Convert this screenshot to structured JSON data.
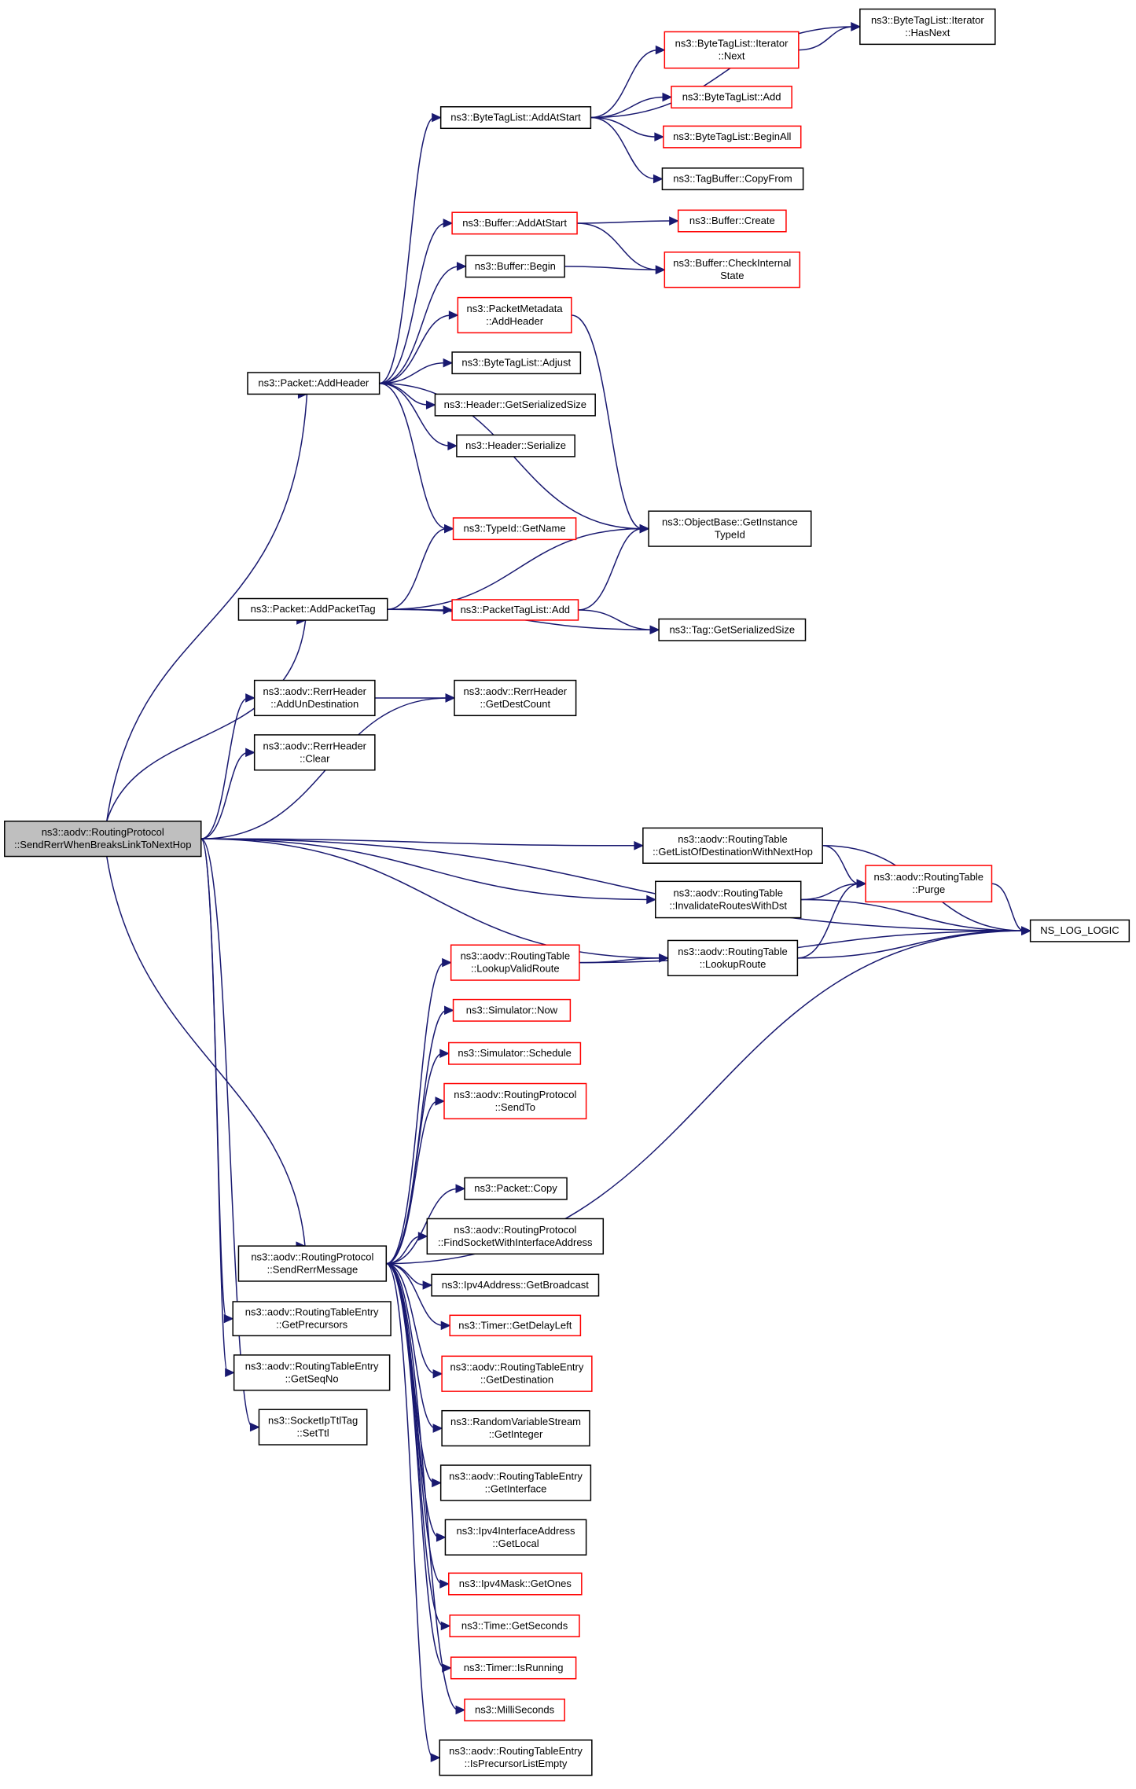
{
  "graph": {
    "root": "n0",
    "colors": {
      "edge": "#191970",
      "black_border": "#000000",
      "red_border": "#ff0000",
      "root_fill": "#bfbfbf"
    },
    "nodes": [
      {
        "id": "n0",
        "lines": [
          "ns3::aodv::RoutingProtocol",
          "::SendRerrWhenBreaksLinkToNextHop"
        ],
        "border": "root"
      },
      {
        "id": "n1",
        "lines": [
          "ns3::Packet::AddHeader"
        ],
        "border": "black"
      },
      {
        "id": "n2",
        "lines": [
          "ns3::Packet::AddPacketTag"
        ],
        "border": "black"
      },
      {
        "id": "n3",
        "lines": [
          "ns3::aodv::RerrHeader",
          "::AddUnDestination"
        ],
        "border": "black"
      },
      {
        "id": "n4",
        "lines": [
          "ns3::aodv::RerrHeader",
          "::Clear"
        ],
        "border": "black"
      },
      {
        "id": "n5",
        "lines": [
          "ns3::aodv::RoutingProtocol",
          "::SendRerrMessage"
        ],
        "border": "black"
      },
      {
        "id": "n6",
        "lines": [
          "ns3::aodv::RoutingTableEntry",
          "::GetPrecursors"
        ],
        "border": "black"
      },
      {
        "id": "n7",
        "lines": [
          "ns3::aodv::RoutingTableEntry",
          "::GetSeqNo"
        ],
        "border": "black"
      },
      {
        "id": "n8",
        "lines": [
          "ns3::SocketIpTtlTag",
          "::SetTtl"
        ],
        "border": "black"
      },
      {
        "id": "n9",
        "lines": [
          "ns3::ByteTagList::AddAtStart"
        ],
        "border": "black"
      },
      {
        "id": "n10",
        "lines": [
          "ns3::Buffer::AddAtStart"
        ],
        "border": "red"
      },
      {
        "id": "n11",
        "lines": [
          "ns3::Buffer::Begin"
        ],
        "border": "black"
      },
      {
        "id": "n12",
        "lines": [
          "ns3::PacketMetadata",
          "::AddHeader"
        ],
        "border": "red"
      },
      {
        "id": "n13",
        "lines": [
          "ns3::ByteTagList::Adjust"
        ],
        "border": "black"
      },
      {
        "id": "n14",
        "lines": [
          "ns3::Header::GetSerializedSize"
        ],
        "border": "black"
      },
      {
        "id": "n15",
        "lines": [
          "ns3::Header::Serialize"
        ],
        "border": "black"
      },
      {
        "id": "n16",
        "lines": [
          "ns3::TypeId::GetName"
        ],
        "border": "red"
      },
      {
        "id": "n17",
        "lines": [
          "ns3::PacketTagList::Add"
        ],
        "border": "red"
      },
      {
        "id": "n18",
        "lines": [
          "ns3::aodv::RerrHeader",
          "::GetDestCount"
        ],
        "border": "black"
      },
      {
        "id": "n19",
        "lines": [
          "ns3::ByteTagList::Iterator",
          "::Next"
        ],
        "border": "red"
      },
      {
        "id": "n20",
        "lines": [
          "ns3::ByteTagList::Add"
        ],
        "border": "red"
      },
      {
        "id": "n21",
        "lines": [
          "ns3::ByteTagList::BeginAll"
        ],
        "border": "red"
      },
      {
        "id": "n22",
        "lines": [
          "ns3::TagBuffer::CopyFrom"
        ],
        "border": "black"
      },
      {
        "id": "n23",
        "lines": [
          "ns3::Buffer::Create"
        ],
        "border": "red"
      },
      {
        "id": "n24",
        "lines": [
          "ns3::Buffer::CheckInternal",
          "State"
        ],
        "border": "red"
      },
      {
        "id": "n25",
        "lines": [
          "ns3::ByteTagList::Iterator",
          "::HasNext"
        ],
        "border": "black"
      },
      {
        "id": "n26",
        "lines": [
          "ns3::ObjectBase::GetInstance",
          "TypeId"
        ],
        "border": "black"
      },
      {
        "id": "n27",
        "lines": [
          "ns3::Tag::GetSerializedSize"
        ],
        "border": "black"
      },
      {
        "id": "n28",
        "lines": [
          "ns3::aodv::RoutingTable",
          "::GetListOfDestinationWithNextHop"
        ],
        "border": "black"
      },
      {
        "id": "n29",
        "lines": [
          "ns3::aodv::RoutingTable",
          "::InvalidateRoutesWithDst"
        ],
        "border": "black"
      },
      {
        "id": "n30",
        "lines": [
          "ns3::aodv::RoutingTable",
          "::LookupRoute"
        ],
        "border": "black"
      },
      {
        "id": "n31",
        "lines": [
          "ns3::aodv::RoutingTable",
          "::Purge"
        ],
        "border": "red"
      },
      {
        "id": "n32",
        "lines": [
          "NS_LOG_LOGIC"
        ],
        "border": "black"
      },
      {
        "id": "n33",
        "lines": [
          "ns3::aodv::RoutingTable",
          "::LookupValidRoute"
        ],
        "border": "red"
      },
      {
        "id": "n34",
        "lines": [
          "ns3::Simulator::Now"
        ],
        "border": "red"
      },
      {
        "id": "n35",
        "lines": [
          "ns3::Simulator::Schedule"
        ],
        "border": "red"
      },
      {
        "id": "n36",
        "lines": [
          "ns3::aodv::RoutingProtocol",
          "::SendTo"
        ],
        "border": "red"
      },
      {
        "id": "n37",
        "lines": [
          "ns3::Packet::Copy"
        ],
        "border": "black"
      },
      {
        "id": "n38",
        "lines": [
          "ns3::aodv::RoutingProtocol",
          "::FindSocketWithInterfaceAddress"
        ],
        "border": "black"
      },
      {
        "id": "n39",
        "lines": [
          "ns3::Ipv4Address::GetBroadcast"
        ],
        "border": "black"
      },
      {
        "id": "n40",
        "lines": [
          "ns3::Timer::GetDelayLeft"
        ],
        "border": "red"
      },
      {
        "id": "n41",
        "lines": [
          "ns3::aodv::RoutingTableEntry",
          "::GetDestination"
        ],
        "border": "red"
      },
      {
        "id": "n42",
        "lines": [
          "ns3::RandomVariableStream",
          "::GetInteger"
        ],
        "border": "black"
      },
      {
        "id": "n43",
        "lines": [
          "ns3::aodv::RoutingTableEntry",
          "::GetInterface"
        ],
        "border": "black"
      },
      {
        "id": "n44",
        "lines": [
          "ns3::Ipv4InterfaceAddress",
          "::GetLocal"
        ],
        "border": "black"
      },
      {
        "id": "n45",
        "lines": [
          "ns3::Ipv4Mask::GetOnes"
        ],
        "border": "red"
      },
      {
        "id": "n46",
        "lines": [
          "ns3::Time::GetSeconds"
        ],
        "border": "red"
      },
      {
        "id": "n47",
        "lines": [
          "ns3::Timer::IsRunning"
        ],
        "border": "red"
      },
      {
        "id": "n48",
        "lines": [
          "ns3::MilliSeconds"
        ],
        "border": "red"
      },
      {
        "id": "n49",
        "lines": [
          "ns3::aodv::RoutingTableEntry",
          "::IsPrecursorListEmpty"
        ],
        "border": "black"
      }
    ],
    "edges": [
      [
        "n0",
        "n1"
      ],
      [
        "n0",
        "n2"
      ],
      [
        "n0",
        "n3"
      ],
      [
        "n0",
        "n4"
      ],
      [
        "n0",
        "n18"
      ],
      [
        "n0",
        "n28"
      ],
      [
        "n0",
        "n29"
      ],
      [
        "n0",
        "n30"
      ],
      [
        "n0",
        "n32"
      ],
      [
        "n0",
        "n5"
      ],
      [
        "n0",
        "n6"
      ],
      [
        "n0",
        "n7"
      ],
      [
        "n0",
        "n8"
      ],
      [
        "n1",
        "n9"
      ],
      [
        "n1",
        "n10"
      ],
      [
        "n1",
        "n11"
      ],
      [
        "n1",
        "n12"
      ],
      [
        "n1",
        "n13"
      ],
      [
        "n1",
        "n14"
      ],
      [
        "n1",
        "n15"
      ],
      [
        "n1",
        "n16"
      ],
      [
        "n1",
        "n26"
      ],
      [
        "n9",
        "n19"
      ],
      [
        "n9",
        "n20"
      ],
      [
        "n9",
        "n21"
      ],
      [
        "n9",
        "n22"
      ],
      [
        "n9",
        "n25"
      ],
      [
        "n19",
        "n25"
      ],
      [
        "n10",
        "n23"
      ],
      [
        "n10",
        "n24"
      ],
      [
        "n11",
        "n24"
      ],
      [
        "n12",
        "n26"
      ],
      [
        "n2",
        "n16"
      ],
      [
        "n2",
        "n26"
      ],
      [
        "n2",
        "n17"
      ],
      [
        "n2",
        "n27"
      ],
      [
        "n17",
        "n26"
      ],
      [
        "n17",
        "n27"
      ],
      [
        "n3",
        "n18"
      ],
      [
        "n28",
        "n31"
      ],
      [
        "n28",
        "n32"
      ],
      [
        "n29",
        "n31"
      ],
      [
        "n29",
        "n32"
      ],
      [
        "n30",
        "n31"
      ],
      [
        "n30",
        "n32"
      ],
      [
        "n31",
        "n32"
      ],
      [
        "n33",
        "n30"
      ],
      [
        "n33",
        "n32"
      ],
      [
        "n5",
        "n33"
      ],
      [
        "n5",
        "n34"
      ],
      [
        "n5",
        "n35"
      ],
      [
        "n5",
        "n36"
      ],
      [
        "n5",
        "n32"
      ],
      [
        "n5",
        "n37"
      ],
      [
        "n5",
        "n38"
      ],
      [
        "n5",
        "n39"
      ],
      [
        "n5",
        "n40"
      ],
      [
        "n5",
        "n41"
      ],
      [
        "n5",
        "n42"
      ],
      [
        "n5",
        "n43"
      ],
      [
        "n5",
        "n44"
      ],
      [
        "n5",
        "n45"
      ],
      [
        "n5",
        "n46"
      ],
      [
        "n5",
        "n47"
      ],
      [
        "n5",
        "n48"
      ],
      [
        "n5",
        "n49"
      ]
    ]
  }
}
